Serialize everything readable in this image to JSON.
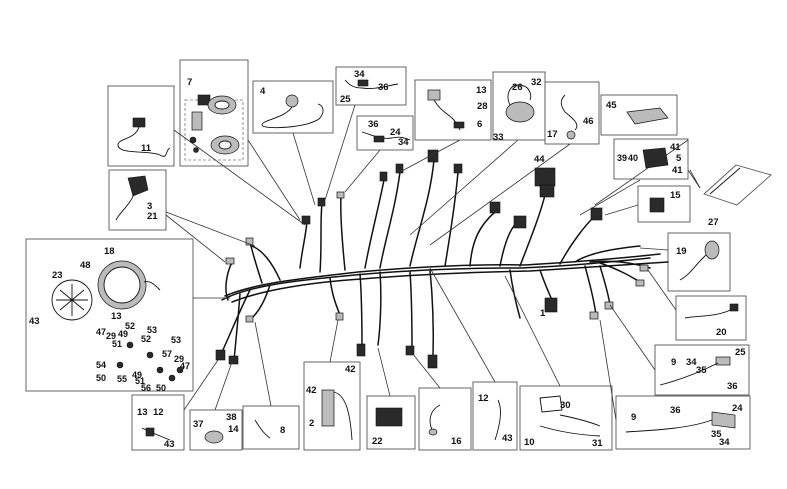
{
  "callouts": {
    "c1": "1",
    "c2": "2",
    "c3": "3",
    "c4": "4",
    "c5": "5",
    "c6": "6",
    "c7": "7",
    "c8": "8",
    "c9a": "9",
    "c9b": "9",
    "c10": "10",
    "c11": "11",
    "c12a": "12",
    "c12b": "12",
    "c13a": "13",
    "c13b": "13",
    "c13c": "13",
    "c14": "14",
    "c15": "15",
    "c16": "16",
    "c17": "17",
    "c18": "18",
    "c19": "19",
    "c20": "20",
    "c21": "21",
    "c22": "22",
    "c23": "23",
    "c24a": "24",
    "c24b": "24",
    "c25a": "25",
    "c25b": "25",
    "c26": "26",
    "c27": "27",
    "c28": "28",
    "c29a": "29",
    "c29b": "29",
    "c30": "30",
    "c31": "31",
    "c32": "32",
    "c33": "33",
    "c34a": "34",
    "c34b": "34",
    "c34c": "34",
    "c34d": "34",
    "c35a": "35",
    "c35b": "35",
    "c36a": "36",
    "c36b": "36",
    "c36c": "36",
    "c36d": "36",
    "c37": "37",
    "c38": "38",
    "c39": "39",
    "c40": "40",
    "c41a": "41",
    "c41b": "41",
    "c42a": "42",
    "c42b": "42",
    "c43a": "43",
    "c43b": "43",
    "c43c": "43",
    "c44": "44",
    "c45": "45",
    "c46": "46",
    "c47a": "47",
    "c47b": "47",
    "c48": "48",
    "c49a": "49",
    "c49b": "49",
    "c50a": "50",
    "c50b": "50",
    "c51a": "51",
    "c51b": "51",
    "c52a": "52",
    "c52b": "52",
    "c53a": "53",
    "c53b": "53",
    "c54": "54",
    "c55": "55",
    "c56": "56",
    "c57": "57"
  }
}
